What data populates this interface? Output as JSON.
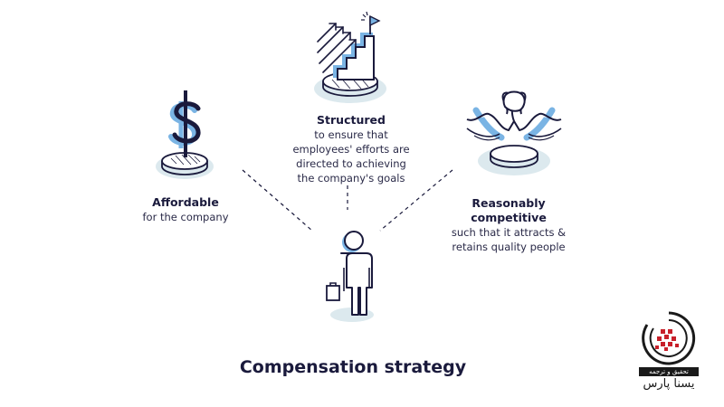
{
  "colors": {
    "navy": "#1a1a3c",
    "accent_blue": "#7ab4e4",
    "pale_blue": "#dce9ee"
  },
  "icons": {
    "dollar": "dollar-icon",
    "stairs": "stairs-growth-icon",
    "arm_wrestle": "arm-wrestling-icon",
    "person": "person-with-briefcase-icon",
    "logo": "watermark-logo-icon"
  },
  "blocks": {
    "affordable": {
      "title": "Affordable",
      "desc": [
        "for the company"
      ]
    },
    "structured": {
      "title": "Structured",
      "desc": [
        "to ensure that",
        "employees' efforts are",
        "directed to achieving",
        "the company's goals"
      ]
    },
    "competitive": {
      "title": "Reasonably",
      "title2": "competitive",
      "desc": [
        "such that it attracts &",
        "retains quality people"
      ]
    }
  },
  "main_title": "Compensation strategy",
  "watermark": {
    "line1": "تحقیق و ترجمه",
    "line2": "یسنا پارس"
  }
}
